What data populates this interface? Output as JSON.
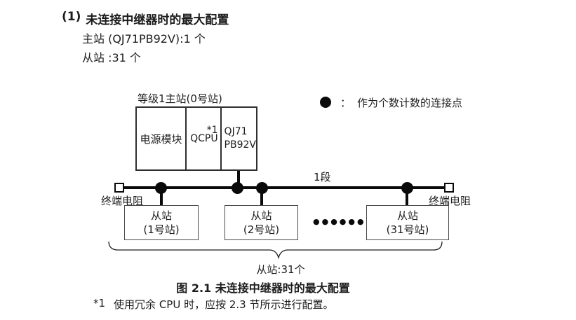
{
  "colors": {
    "text": "#1c1c1c",
    "line": "#0a0a0a",
    "box_border": "#2f2f2f"
  },
  "heading": {
    "number": "(1)",
    "title": "未连接中继器时的最大配置",
    "master_line": "主站 (QJ71PB92V):1 个",
    "slave_line": "从站 :31 个"
  },
  "legend": {
    "marker_icon": "connection-point-dot",
    "separator": "：",
    "label": "作为个数计数的连接点"
  },
  "master": {
    "label": "等级1主站(0号站)",
    "modules": [
      {
        "name": "电源模块"
      },
      {
        "name": "QCPU",
        "note_ref": "*1"
      },
      {
        "name": "QJ71\nPB92V"
      }
    ]
  },
  "bus": {
    "segment_label": "1段",
    "terminator_left": "终端电阻",
    "terminator_right": "终端电阻"
  },
  "slaves": {
    "items": [
      {
        "line1": "从站",
        "line2": "(1号站)"
      },
      {
        "line1": "从站",
        "line2": "(2号站)"
      },
      {
        "line1": "从站",
        "line2": "(31号站)"
      }
    ],
    "ellipsis": "●●●●●●",
    "brace_label": "从站:31个"
  },
  "caption": "图 2.1 未连接中继器时的最大配置",
  "footnote": {
    "ref": "*1",
    "text": "使用冗余 CPU 时，应按 2.3 节所示进行配置。"
  }
}
